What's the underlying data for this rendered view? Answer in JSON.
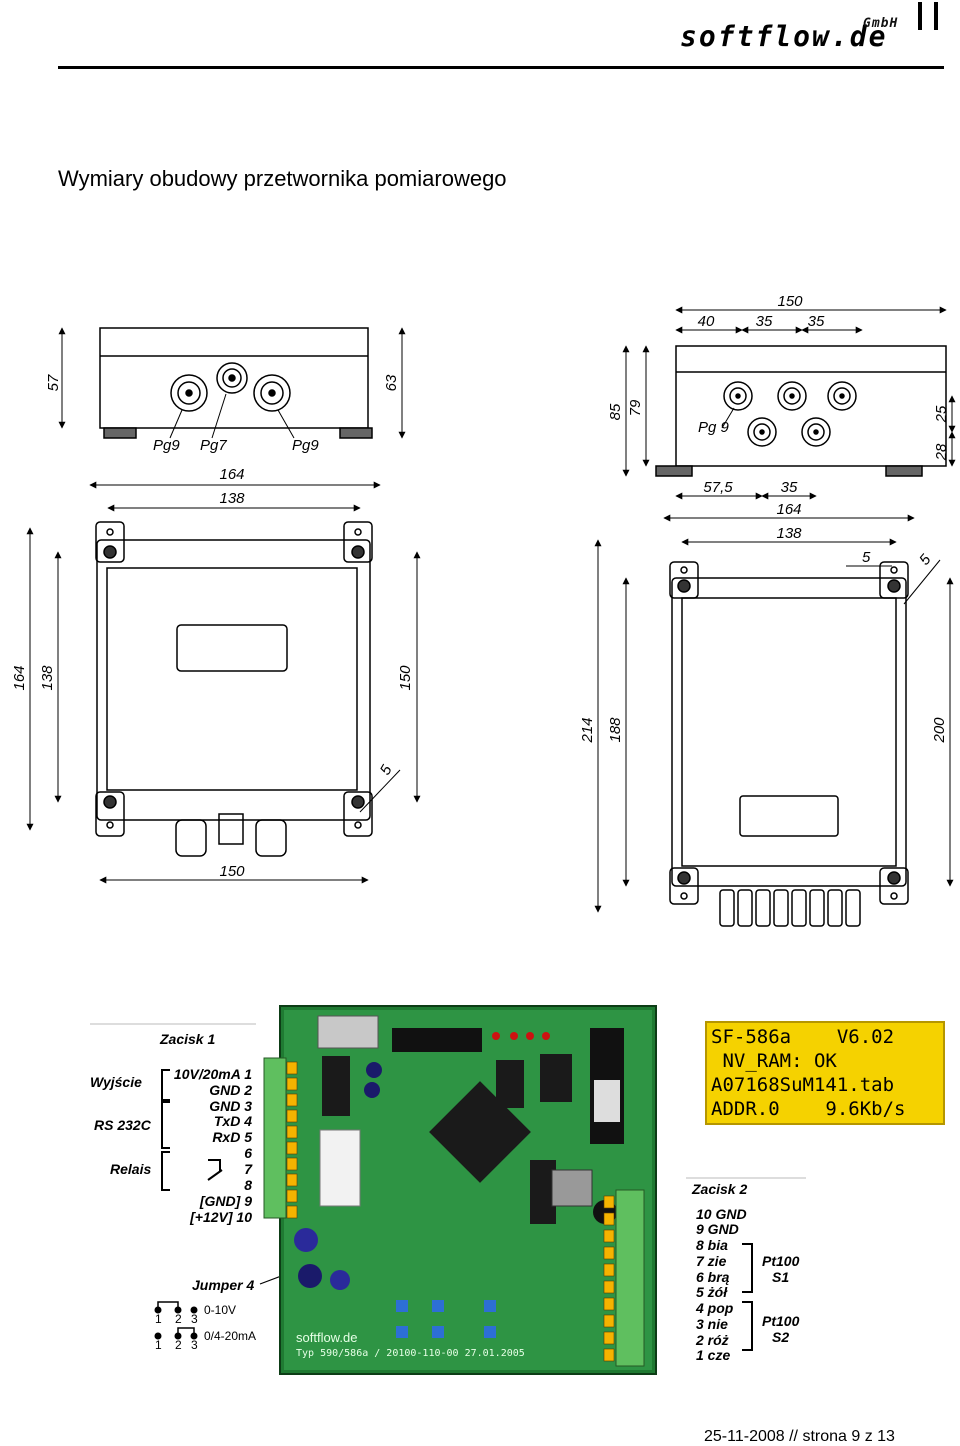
{
  "header": {
    "brand": "softflow.de",
    "brand_suffix": "GmbH"
  },
  "page_title": "Wymiary obudowy przetwornika pomiarowego",
  "drawing1": {
    "dims": {
      "height_57": "57",
      "height_63": "63",
      "w_164": "164",
      "w_138": "138",
      "h_164": "164",
      "h_138": "138",
      "h_150": "150",
      "w_150": "150",
      "r_5": "5"
    },
    "glands": [
      "Pg9",
      "Pg7",
      "Pg9"
    ]
  },
  "drawing2": {
    "dims": {
      "w_150": "150",
      "d_40": "40",
      "d_35a": "35",
      "d_35b": "35",
      "h_85": "85",
      "h_79": "79",
      "h_25": "25",
      "h_28": "28",
      "d_575": "57,5",
      "d_35c": "35",
      "w_164": "164",
      "w_138": "138",
      "r_5a": "5",
      "r_5b": "5",
      "h_214": "214",
      "h_188": "188",
      "h_200": "200"
    },
    "gland": "Pg 9"
  },
  "terminal1": {
    "title": "Zacisk 1",
    "groups": [
      "Wyjście",
      "RS 232C",
      "Relais"
    ],
    "pins": [
      "10V/20mA 1",
      "GND 2",
      "GND 3",
      "TxD 4",
      "RxD 5",
      "6",
      "7",
      "8",
      "[GND] 9",
      "[+12V] 10"
    ]
  },
  "jumper": {
    "title": "Jumper 4",
    "opt1": "0-10V",
    "opt2": "0/4-20mA",
    "pins": [
      "1",
      "2",
      "3"
    ]
  },
  "board": {
    "brand": "softflow.de",
    "type": "Typ 590/586a / 20100-110-00   27.01.2005"
  },
  "lcd": {
    "lines": [
      "SF-586a    V6.02",
      " NV_RAM: OK",
      "A07168SuM141.tab",
      "ADDR.0    9.6Kb/s"
    ]
  },
  "terminal2": {
    "title": "Zacisk 2",
    "pins": [
      "10 GND",
      "9 GND",
      "8 bia",
      "7 zie",
      "6 brą",
      "5 żół",
      "4 pop",
      "3 nie",
      "2 róż",
      "1 cze"
    ],
    "sensors": [
      "Pt100",
      "S1",
      "Pt100",
      "S2"
    ]
  },
  "footer": {
    "text": "25-11-2008 // strona 9 z 13"
  }
}
